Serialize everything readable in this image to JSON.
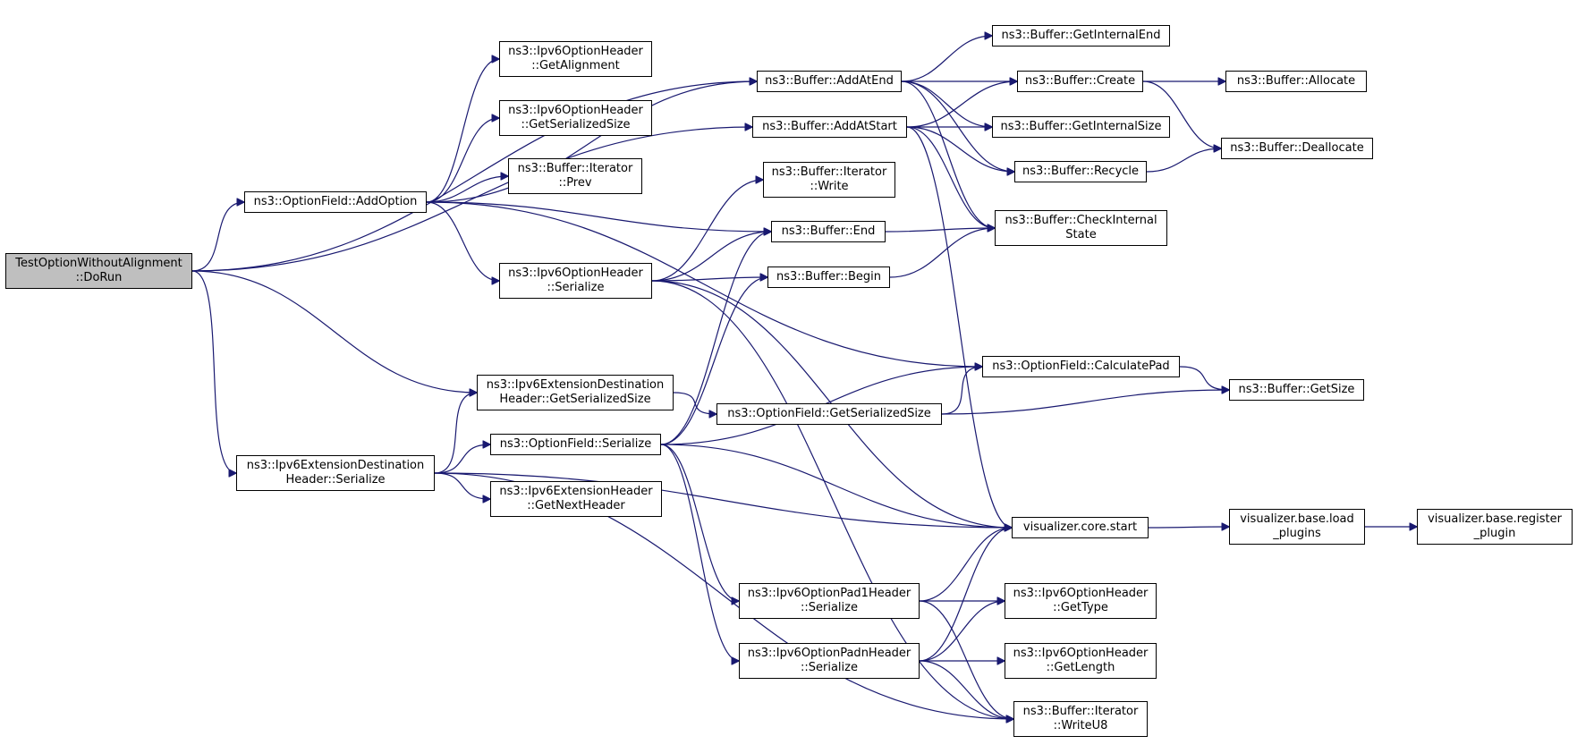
{
  "colors": {
    "edge": "#191970",
    "node_border": "#000000",
    "node_fill": "#ffffff",
    "root_fill": "#bfbfbf"
  },
  "nodes": {
    "root": [
      "TestOptionWithoutAlignment",
      "::DoRun"
    ],
    "addoption": [
      "ns3::OptionField::AddOption"
    ],
    "ext_serialize": [
      "ns3::Ipv6ExtensionDestination",
      "Header::Serialize"
    ],
    "get_alignment": [
      "ns3::Ipv6OptionHeader",
      "::GetAlignment"
    ],
    "get_serialized_size_oh": [
      "ns3::Ipv6OptionHeader",
      "::GetSerializedSize"
    ],
    "iter_prev": [
      "ns3::Buffer::Iterator",
      "::Prev"
    ],
    "oh_serialize": [
      "ns3::Ipv6OptionHeader",
      "::Serialize"
    ],
    "ext_get_serialized_size": [
      "ns3::Ipv6ExtensionDestination",
      "Header::GetSerializedSize"
    ],
    "of_serialize": [
      "ns3::OptionField::Serialize"
    ],
    "get_next_header": [
      "ns3::Ipv6ExtensionHeader",
      "::GetNextHeader"
    ],
    "add_at_end": [
      "ns3::Buffer::AddAtEnd"
    ],
    "add_at_start": [
      "ns3::Buffer::AddAtStart"
    ],
    "iter_write": [
      "ns3::Buffer::Iterator",
      "::Write"
    ],
    "buf_end": [
      "ns3::Buffer::End"
    ],
    "buf_begin": [
      "ns3::Buffer::Begin"
    ],
    "of_get_serialized_size": [
      "ns3::OptionField::GetSerializedSize"
    ],
    "pad1_serialize": [
      "ns3::Ipv6OptionPad1Header",
      "::Serialize"
    ],
    "padn_serialize": [
      "ns3::Ipv6OptionPadnHeader",
      "::Serialize"
    ],
    "get_internal_end": [
      "ns3::Buffer::GetInternalEnd"
    ],
    "buf_create": [
      "ns3::Buffer::Create"
    ],
    "get_internal_size": [
      "ns3::Buffer::GetInternalSize"
    ],
    "buf_recycle": [
      "ns3::Buffer::Recycle"
    ],
    "check_internal_state": [
      "ns3::Buffer::CheckInternal",
      "State"
    ],
    "calculate_pad": [
      "ns3::OptionField::CalculatePad"
    ],
    "vis_core_start": [
      "visualizer.core.start"
    ],
    "oh_get_type": [
      "ns3::Ipv6OptionHeader",
      "::GetType"
    ],
    "oh_get_length": [
      "ns3::Ipv6OptionHeader",
      "::GetLength"
    ],
    "iter_write_u8": [
      "ns3::Buffer::Iterator",
      "::WriteU8"
    ],
    "buf_allocate": [
      "ns3::Buffer::Allocate"
    ],
    "buf_deallocate": [
      "ns3::Buffer::Deallocate"
    ],
    "buf_get_size": [
      "ns3::Buffer::GetSize"
    ],
    "vis_load_plugins": [
      "visualizer.base.load",
      "_plugins"
    ],
    "vis_register_plugin": [
      "visualizer.base.register",
      "_plugin"
    ]
  },
  "edges": [
    [
      "root",
      "addoption"
    ],
    [
      "root",
      "ext_serialize"
    ],
    [
      "root",
      "add_at_end"
    ],
    [
      "root",
      "add_at_start"
    ],
    [
      "root",
      "ext_get_serialized_size"
    ],
    [
      "addoption",
      "get_alignment"
    ],
    [
      "addoption",
      "get_serialized_size_oh"
    ],
    [
      "addoption",
      "iter_prev"
    ],
    [
      "addoption",
      "oh_serialize"
    ],
    [
      "addoption",
      "buf_end"
    ],
    [
      "addoption",
      "calculate_pad"
    ],
    [
      "addoption",
      "add_at_end"
    ],
    [
      "ext_serialize",
      "ext_get_serialized_size"
    ],
    [
      "ext_serialize",
      "of_serialize"
    ],
    [
      "ext_serialize",
      "get_next_header"
    ],
    [
      "ext_serialize",
      "vis_core_start"
    ],
    [
      "ext_serialize",
      "iter_write_u8"
    ],
    [
      "oh_serialize",
      "iter_write"
    ],
    [
      "oh_serialize",
      "buf_end"
    ],
    [
      "oh_serialize",
      "buf_begin"
    ],
    [
      "oh_serialize",
      "vis_core_start"
    ],
    [
      "oh_serialize",
      "iter_write_u8"
    ],
    [
      "ext_get_serialized_size",
      "of_get_serialized_size"
    ],
    [
      "of_serialize",
      "buf_begin"
    ],
    [
      "of_serialize",
      "buf_end"
    ],
    [
      "of_serialize",
      "calculate_pad"
    ],
    [
      "of_serialize",
      "vis_core_start"
    ],
    [
      "of_serialize",
      "pad1_serialize"
    ],
    [
      "of_serialize",
      "padn_serialize"
    ],
    [
      "add_at_end",
      "get_internal_end"
    ],
    [
      "add_at_end",
      "buf_create"
    ],
    [
      "add_at_end",
      "get_internal_size"
    ],
    [
      "add_at_end",
      "buf_recycle"
    ],
    [
      "add_at_end",
      "check_internal_state"
    ],
    [
      "add_at_start",
      "buf_create"
    ],
    [
      "add_at_start",
      "get_internal_size"
    ],
    [
      "add_at_start",
      "buf_recycle"
    ],
    [
      "add_at_start",
      "check_internal_state"
    ],
    [
      "add_at_start",
      "vis_core_start"
    ],
    [
      "buf_end",
      "check_internal_state"
    ],
    [
      "buf_begin",
      "check_internal_state"
    ],
    [
      "of_get_serialized_size",
      "calculate_pad"
    ],
    [
      "of_get_serialized_size",
      "buf_get_size"
    ],
    [
      "calculate_pad",
      "buf_get_size"
    ],
    [
      "pad1_serialize",
      "vis_core_start"
    ],
    [
      "pad1_serialize",
      "oh_get_type"
    ],
    [
      "pad1_serialize",
      "iter_write_u8"
    ],
    [
      "padn_serialize",
      "vis_core_start"
    ],
    [
      "padn_serialize",
      "oh_get_type"
    ],
    [
      "padn_serialize",
      "oh_get_length"
    ],
    [
      "padn_serialize",
      "iter_write_u8"
    ],
    [
      "buf_create",
      "buf_allocate"
    ],
    [
      "buf_create",
      "buf_deallocate"
    ],
    [
      "buf_recycle",
      "buf_deallocate"
    ],
    [
      "vis_core_start",
      "vis_load_plugins"
    ],
    [
      "vis_load_plugins",
      "vis_register_plugin"
    ]
  ]
}
